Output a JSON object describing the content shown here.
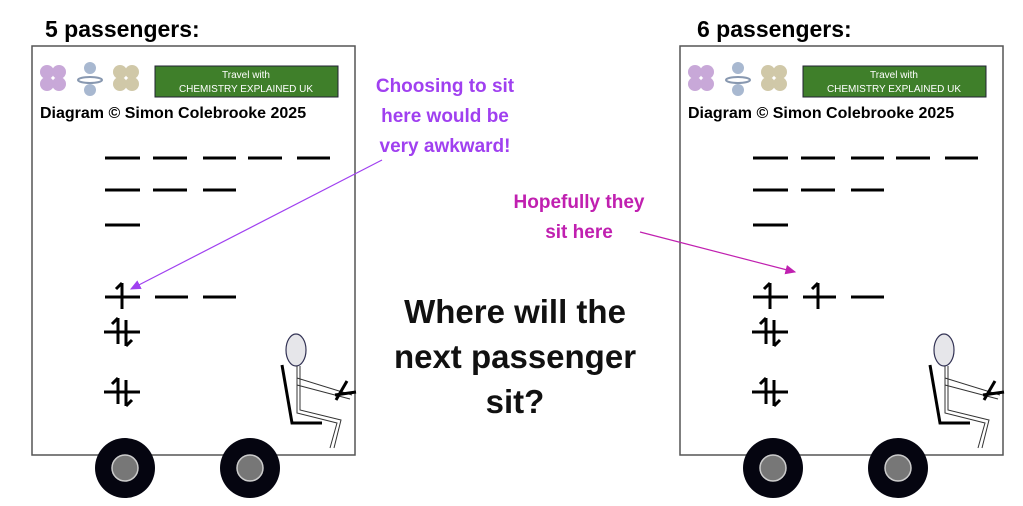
{
  "left": {
    "heading": "5 passengers:",
    "banner_line1": "Travel with",
    "banner_line2": "CHEMISTRY EXPLAINED UK",
    "credit": "Diagram © Simon Colebrooke 2025",
    "annotation": [
      "Choosing to sit",
      "here would be",
      "very awkward!"
    ]
  },
  "right": {
    "heading": "6 passengers:",
    "banner_line1": "Travel with",
    "banner_line2": "CHEMISTRY EXPLAINED UK",
    "credit": "Diagram © Simon Colebrooke 2025",
    "annotation": [
      "Hopefully they",
      "sit here"
    ]
  },
  "question": [
    "Where will the",
    "next passenger",
    "sit?"
  ],
  "colors": {
    "purple": "#a040f0",
    "magenta": "#c020b0",
    "banner": "#3f7f2a"
  }
}
